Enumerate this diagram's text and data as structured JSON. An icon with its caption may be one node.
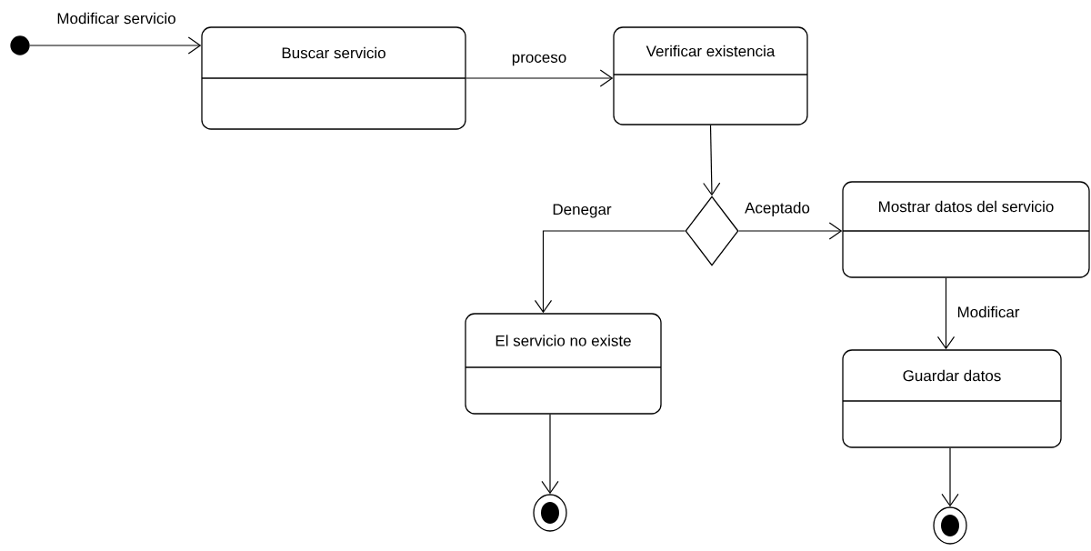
{
  "diagram": {
    "nodes": [
      {
        "text": [],
        "shape": "circle"
      },
      {
        "text": [
          "Buscar servicio"
        ]
      },
      {
        "text": [
          "Verificar existencia"
        ]
      },
      {
        "text": [],
        "shape": "diamond"
      },
      {
        "text": [
          "Mostrar datos del servicio"
        ]
      },
      {
        "text": [
          "El servicio no existe"
        ]
      },
      {
        "text": [
          "Guardar datos"
        ]
      },
      {
        "text": [],
        "shape": "circle"
      },
      {
        "text": [],
        "shape": "circle"
      }
    ],
    "edges": [
      {
        "from": 0,
        "to": 1,
        "arrow": "to",
        "label": "Modificar servicio"
      },
      {
        "from": 1,
        "to": 2,
        "arrow": "to",
        "label": "proceso"
      },
      {
        "from": 2,
        "to": 3,
        "arrow": "to"
      },
      {
        "from": 3,
        "to": 4,
        "arrow": "to",
        "label": "Aceptado"
      },
      {
        "from": 3,
        "to": 5,
        "arrow": "to",
        "label": "Denegar"
      },
      {
        "from": 4,
        "to": 6,
        "arrow": "to",
        "label": "Modificar"
      },
      {
        "from": 5,
        "to": 7,
        "arrow": "to"
      },
      {
        "from": 6,
        "to": 8,
        "arrow": "to"
      }
    ]
  }
}
